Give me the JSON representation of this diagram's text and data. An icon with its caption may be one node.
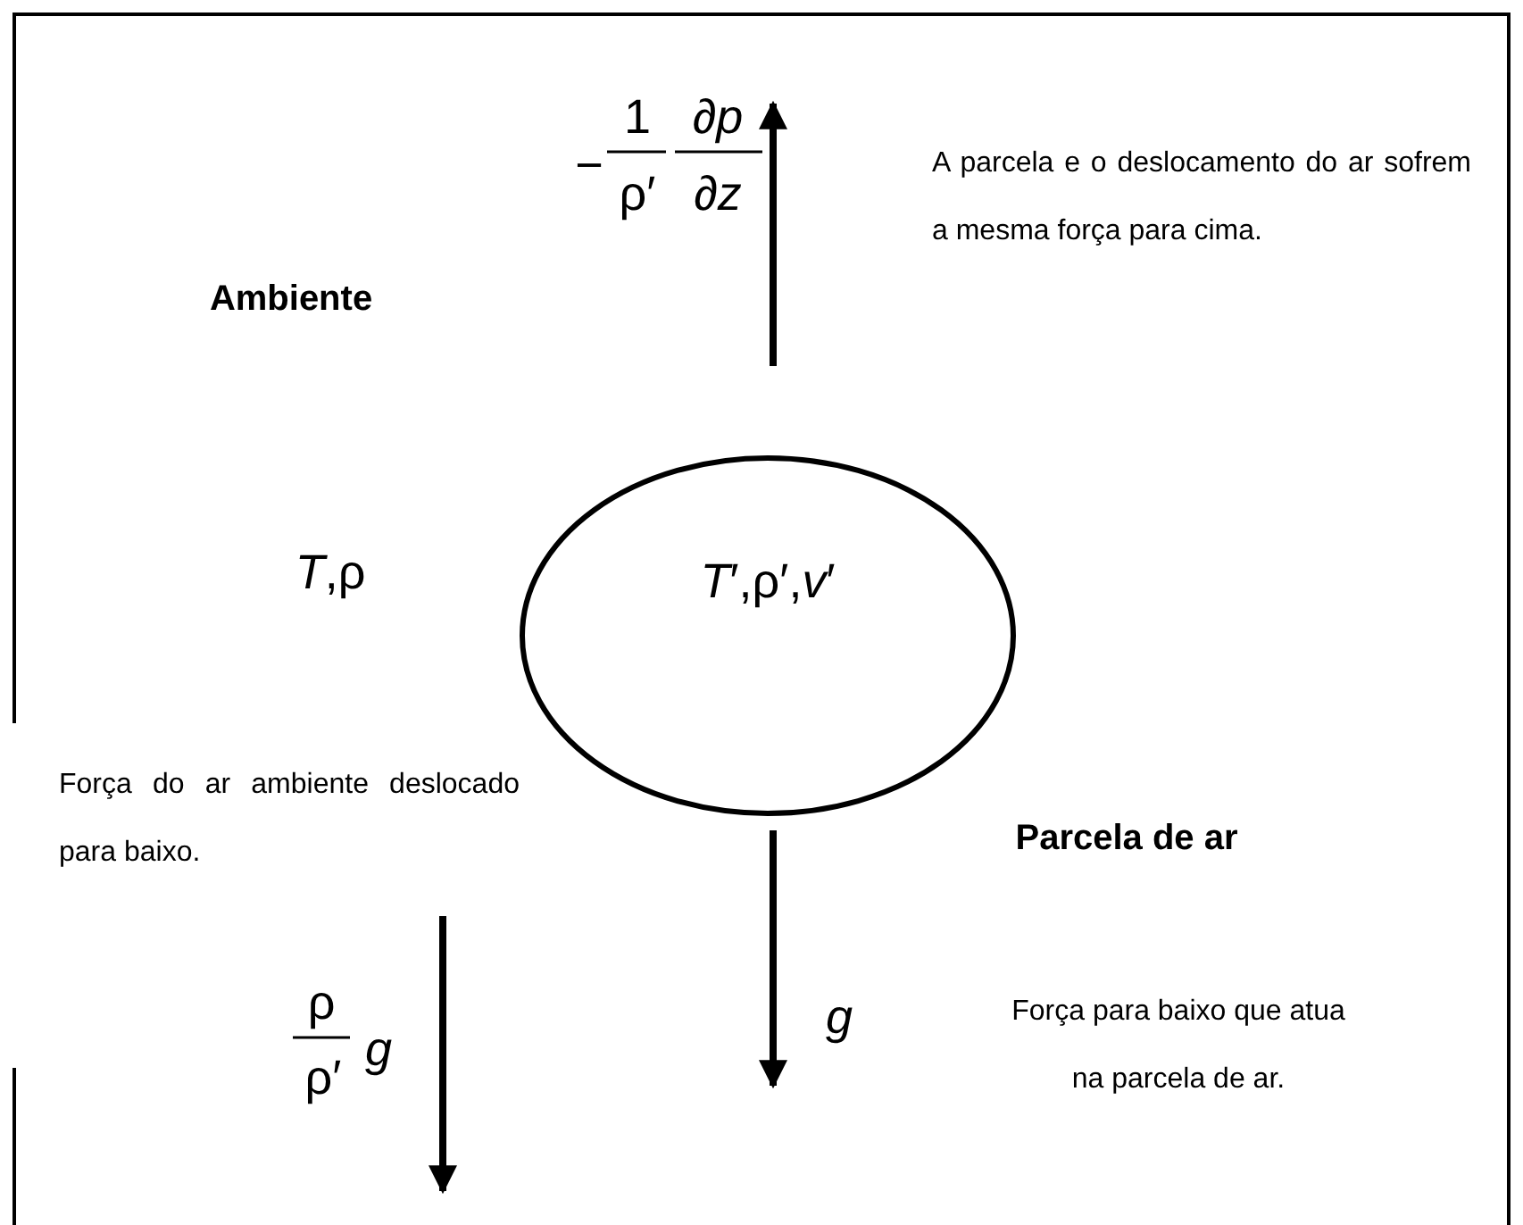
{
  "diagram": {
    "nodes": [
      {
        "text": [
          "*T*′,ρ′,*v*′"
        ]
      }
    ],
    "edges": [],
    "labels": [
      "−",
      "1",
      "ρ′",
      "∂*p*",
      "∂*z*",
      "A parcela e o deslocamento do ar sofrem a mesma força para cima.",
      "Ambiente",
      "*T*,ρ",
      "Força do ar ambiente deslocado para baixo.",
      "Parcela de ar",
      "Força para baixo que atua na parcela de ar.",
      "ρ",
      "ρ′",
      "*g*",
      "*g*"
    ]
  }
}
